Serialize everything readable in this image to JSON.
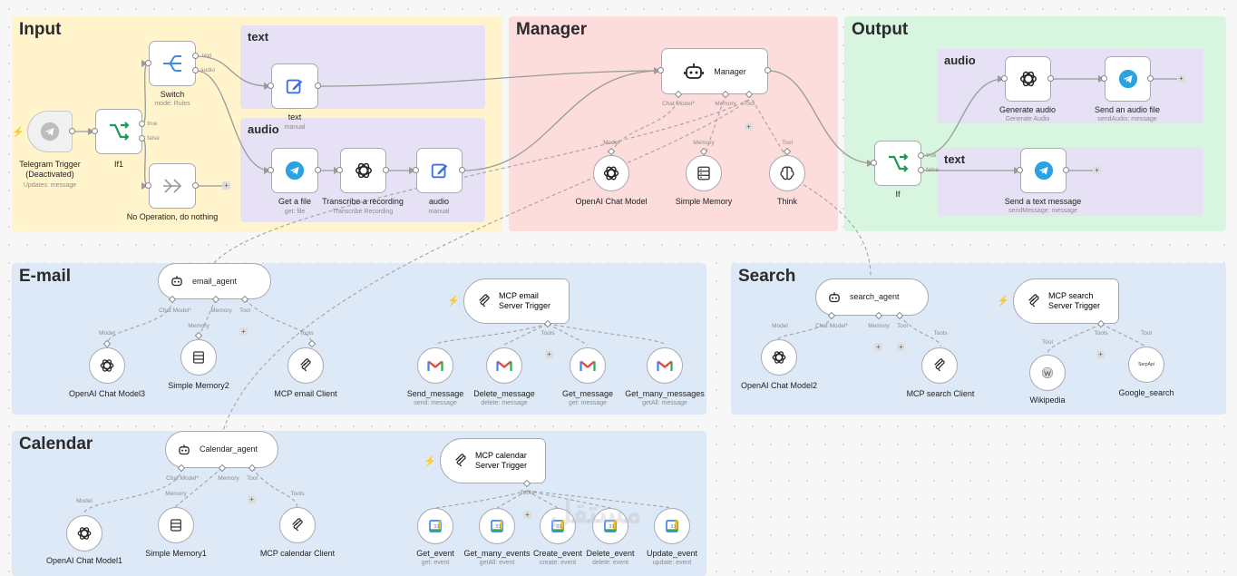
{
  "sections": {
    "input": "Input",
    "manager": "Manager",
    "output": "Output",
    "email": "E-mail",
    "search": "Search",
    "calendar": "Calendar",
    "text_in": "text",
    "audio_in": "audio",
    "audio_out": "audio",
    "text_out": "text"
  },
  "nodes": {
    "telegram_trigger": {
      "label": "Telegram Trigger\n(Deactivated)",
      "sub": "Updates: message"
    },
    "if1": {
      "label": "If1",
      "true": "true",
      "false": "false"
    },
    "switch": {
      "label": "Switch",
      "sub": "mode: Rules",
      "out_text": "text",
      "out_audio": "audio"
    },
    "no_op": {
      "label": "No Operation, do nothing"
    },
    "text_set": {
      "label": "text",
      "sub": "manual"
    },
    "get_file": {
      "label": "Get a file",
      "sub": "get: file"
    },
    "transcribe": {
      "label": "Transcribe a recording",
      "sub": "Transcribe Recording"
    },
    "audio_set": {
      "label": "audio",
      "sub": "manual"
    },
    "manager": {
      "label": "Manager",
      "p1": "Chat Model*",
      "p2": "Memory",
      "p3": "Tool"
    },
    "openai_model": {
      "label": "OpenAI Chat Model",
      "tag": "Model"
    },
    "simple_memory": {
      "label": "Simple Memory",
      "tag": "Memory"
    },
    "think": {
      "label": "Think",
      "tag": "Tool"
    },
    "if_out": {
      "label": "If",
      "true": "true",
      "false": "false"
    },
    "generate_audio": {
      "label": "Generate audio",
      "sub": "Generate Audio"
    },
    "send_audio": {
      "label": "Send an audio file",
      "sub": "sendAudio: message"
    },
    "send_text": {
      "label": "Send a text message",
      "sub": "sendMessage: message"
    },
    "email_agent": {
      "label": "email_agent",
      "p1": "Chat Model*",
      "p2": "Memory",
      "p3": "Tool"
    },
    "openai_model3": {
      "label": "OpenAI Chat Model3",
      "tag": "Model"
    },
    "simple_memory2": {
      "label": "Simple Memory2",
      "tag": "Memory"
    },
    "mcp_email_client": {
      "label": "MCP email Client",
      "tag": "Tools"
    },
    "mcp_email_trigger": {
      "label": "MCP email\nServer Trigger",
      "tools": "Tools"
    },
    "send_message": {
      "label": "Send_message",
      "sub": "send: message"
    },
    "delete_message": {
      "label": "Delete_message",
      "sub": "delete: message"
    },
    "get_message": {
      "label": "Get_message",
      "sub": "get: message"
    },
    "get_many_messages": {
      "label": "Get_many_messages",
      "sub": "getAll: message"
    },
    "search_agent": {
      "label": "search_agent",
      "p1": "Chat Model*",
      "p2": "Memory",
      "p3": "Tool"
    },
    "openai_model2": {
      "label": "OpenAI Chat Model2",
      "tag": "Model"
    },
    "mcp_search_client": {
      "label": "MCP search Client",
      "tag": "Tools"
    },
    "mcp_search_trigger": {
      "label": "MCP search\nServer Trigger",
      "tools": "Tools"
    },
    "wikipedia": {
      "label": "Wikipedia",
      "tag": "Tool"
    },
    "google_search": {
      "label": "Google_search",
      "tag": "Tool",
      "icon_text": "SerpApi"
    },
    "calendar_agent": {
      "label": "Calendar_agent",
      "p1": "Chat Model*",
      "p2": "Memory",
      "p3": "Tool"
    },
    "openai_model1": {
      "label": "OpenAI Chat Model1",
      "tag": "Model"
    },
    "simple_memory1": {
      "label": "Simple Memory1",
      "tag": "Memory"
    },
    "mcp_calendar_client": {
      "label": "MCP calendar Client",
      "tag": "Tools"
    },
    "mcp_calendar_trigger": {
      "label": "MCP calendar\nServer Trigger",
      "tools": "Tools"
    },
    "get_event": {
      "label": "Get_event",
      "sub": "get: event"
    },
    "get_many_events": {
      "label": "Get_many_events",
      "sub": "getAll: event"
    },
    "create_event": {
      "label": "Create_event",
      "sub": "create: event"
    },
    "delete_event": {
      "label": "Delete_event",
      "sub": "delete: event"
    },
    "update_event": {
      "label": "Update_event",
      "sub": "update: event"
    }
  },
  "icons": {
    "telegram": "telegram-icon",
    "if": "if-branch-icon",
    "switch": "switch-icon",
    "noop": "arrow-right-icon",
    "edit": "pencil-edit-icon",
    "openai": "openai-icon",
    "robot": "robot-icon",
    "memory": "database-icon",
    "brain": "brain-icon",
    "mcp": "mcp-icon",
    "gmail": "gmail-icon",
    "calendar": "google-calendar-icon",
    "wikipedia": "wikipedia-icon"
  },
  "colors": {
    "input": "#fff4cc",
    "manager": "#fddcdc",
    "output": "#d8f5e0",
    "blue": "#dde9f7",
    "purple": "#e6e1f5",
    "telegram": "#2aa3e0",
    "if_green": "#1e9a55",
    "switch_blue": "#3f8be6",
    "edit_blue": "#3b6fe6",
    "trigger_bolt": "#ff6d5a"
  },
  "watermark": "مستقل"
}
